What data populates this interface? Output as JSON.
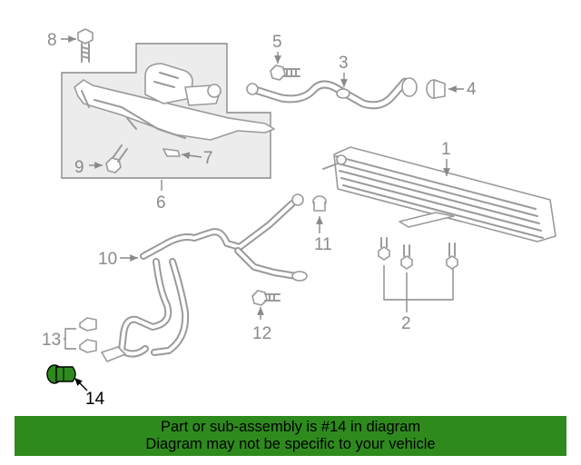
{
  "diagram": {
    "callouts": {
      "c1": "1",
      "c2": "2",
      "c3": "3",
      "c4": "4",
      "c5": "5",
      "c6": "6",
      "c7": "7",
      "c8": "8",
      "c9": "9",
      "c10": "10",
      "c11": "11",
      "c12": "12",
      "c13": "13",
      "c14": "14"
    },
    "highlight_color": "#2f8a1e",
    "line_color": "#9a9a9a"
  },
  "banner": {
    "line1": "Part or sub-assembly is #14 in diagram",
    "line2": "Diagram may not be specific to your vehicle",
    "background": "#2f8a1e"
  }
}
